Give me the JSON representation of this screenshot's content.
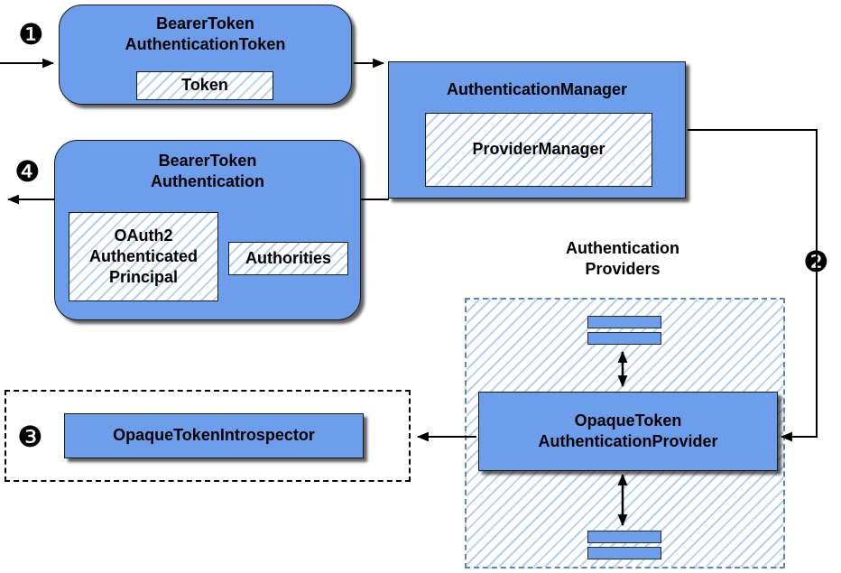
{
  "colors": {
    "node_fill": "#6d9eeb",
    "hatch_line": "#b7d0ee",
    "hatch_bg": "#ffffff",
    "providers_border": "#5b87b8",
    "connector": "#000000"
  },
  "badges": {
    "step1": "❶",
    "step2": "❷",
    "step3": "❸",
    "step4": "❹"
  },
  "nodes": {
    "bearer_token_authentication_token": {
      "title": "BearerToken\nAuthenticationToken",
      "token_label": "Token"
    },
    "authentication_manager": {
      "title": "AuthenticationManager",
      "provider_manager_label": "ProviderManager"
    },
    "bearer_token_authentication": {
      "title": "BearerToken\nAuthentication",
      "principal_label": "OAuth2\nAuthenticated\nPrincipal",
      "authorities_label": "Authorities"
    },
    "authentication_providers": {
      "label": "Authentication\nProviders"
    },
    "opaque_token_authentication_provider": {
      "title": "OpaqueToken\nAuthenticationProvider"
    },
    "opaque_token_introspector": {
      "title": "OpaqueTokenIntrospector"
    }
  }
}
